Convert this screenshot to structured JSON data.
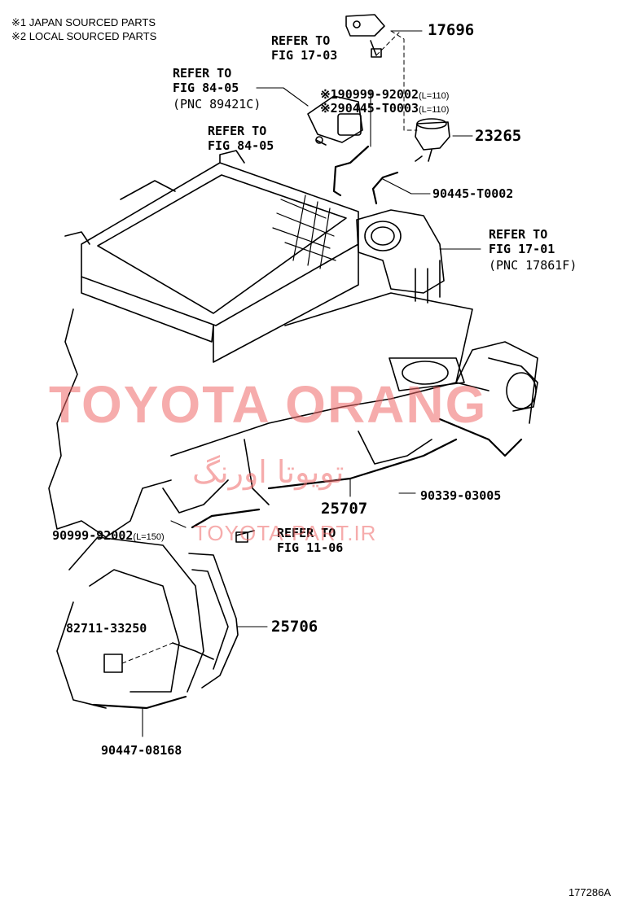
{
  "notes": {
    "japan": "※1 JAPAN SOURCED PARTS",
    "local": "※2 LOCAL SOURCED PARTS"
  },
  "labels": {
    "p17696": "17696",
    "ref_17_03": "REFER TO\nFIG 17-03",
    "ref_84_05a": "REFER TO\nFIG 84-05",
    "pnc_89421c": "(PNC 89421C)",
    "p190999_prefix": "※1",
    "p190999": "90999-92002",
    "p190999_len": "(L=110)",
    "p290445_prefix": "※2",
    "p290445": "90445-T0003",
    "p290445_len": "(L=110)",
    "ref_84_05b": "REFER TO\nFIG 84-05",
    "p23265": "23265",
    "p90445_t0002": "90445-T0002",
    "ref_17_01": "REFER TO\nFIG 17-01",
    "pnc_17861f": "(PNC 17861F)",
    "p90339": "90339-03005",
    "p25707": "25707",
    "p90999_b": "90999-92002",
    "p90999_b_len": "(L=150)",
    "ref_11_06": "REFER TO\nFIG 11-06",
    "p82711": "82711-33250",
    "p25706": "25706",
    "p90447": "90447-08168"
  },
  "watermark": {
    "main": "TOYOTA ORANG",
    "farsi": "تویوتا اورنگ",
    "url": "TOYOTA-PART.IR"
  },
  "diagram_code": "177286A"
}
